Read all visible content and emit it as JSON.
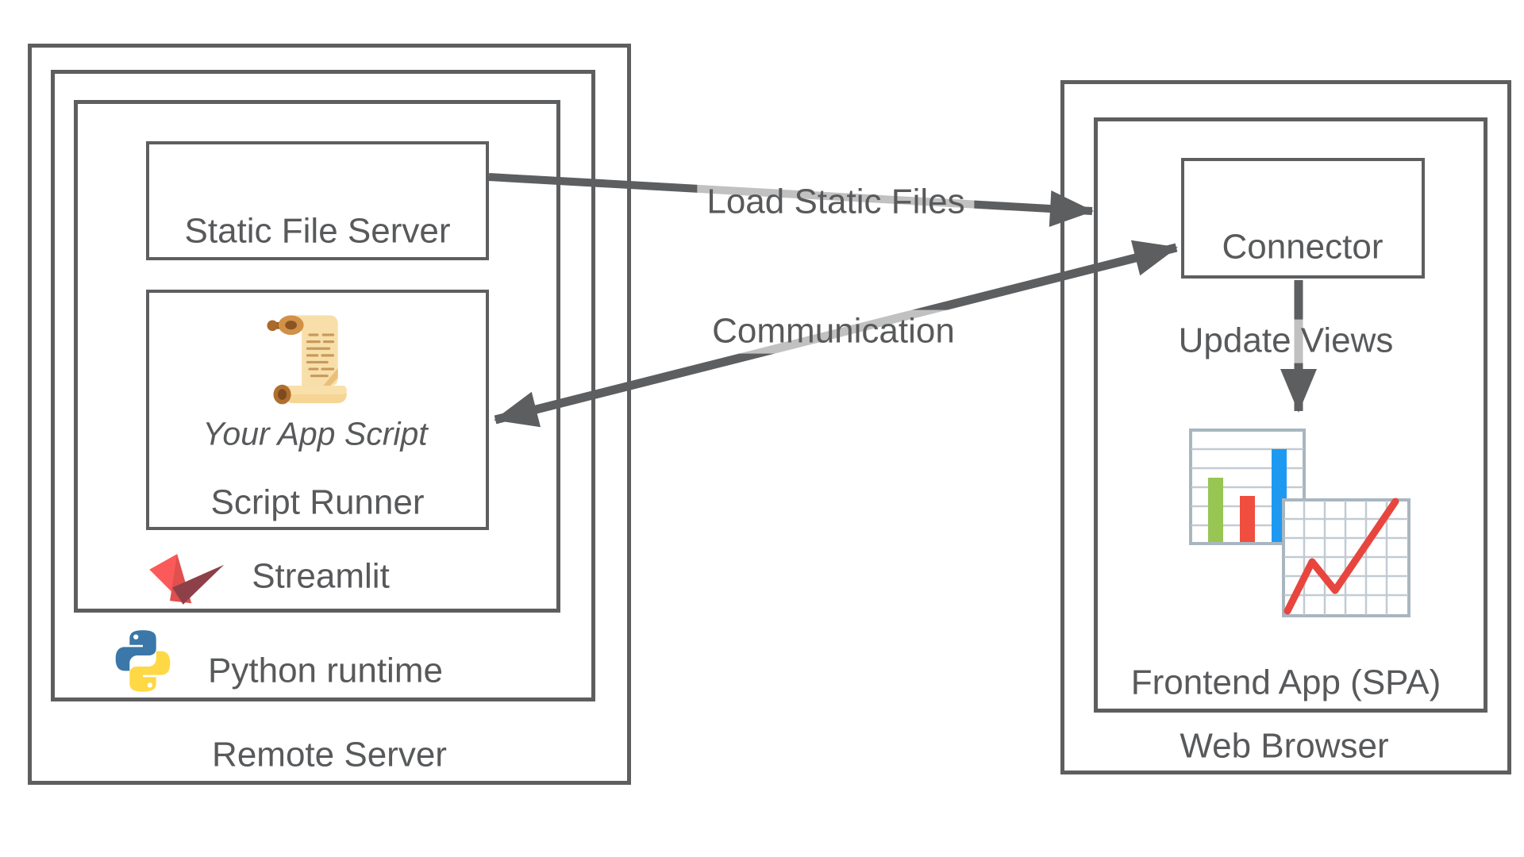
{
  "diagram": {
    "title_hint": "Streamlit app architecture diagram",
    "colors": {
      "line_gray": "#5d5e60",
      "text_gray": "#58595b",
      "streamlit_red_light": "#fc5a5a",
      "streamlit_red_mid": "#e14f4f",
      "streamlit_red_dark": "#8e4049",
      "python_blue": "#3b77a8",
      "python_yellow": "#ffd845",
      "chart_green": "#97c653",
      "chart_red": "#f04e3e",
      "chart_blue": "#1e99f2",
      "chart_grid": "#b8c2cb"
    },
    "left_group": {
      "remote_server": {
        "label": "Remote Server"
      },
      "python_runtime": {
        "label": "Python runtime",
        "icon": "python-logo-icon"
      },
      "streamlit": {
        "label": "Streamlit",
        "icon": "streamlit-logo-icon"
      },
      "static_file_server": {
        "label": "Static File Server"
      },
      "script_runner": {
        "label": "Script Runner",
        "icon": "scroll-icon",
        "caption": "Your App Script"
      }
    },
    "right_group": {
      "web_browser": {
        "label": "Web Browser"
      },
      "frontend_app": {
        "label": "Frontend App (SPA)",
        "icon": "bar-and-line-charts-icon"
      },
      "connector": {
        "label": "Connector"
      }
    },
    "arrows": {
      "load_static_files": {
        "label": "Load Static Files",
        "from": "Static File Server",
        "to": "Web Browser / Connector area",
        "bidirectional": false
      },
      "communication": {
        "label": "Communication",
        "from": "Script Runner",
        "to": "Connector",
        "bidirectional": true
      },
      "update_views": {
        "label": "Update Views",
        "from": "Connector",
        "to": "Frontend App (SPA)",
        "bidirectional": false
      }
    }
  }
}
